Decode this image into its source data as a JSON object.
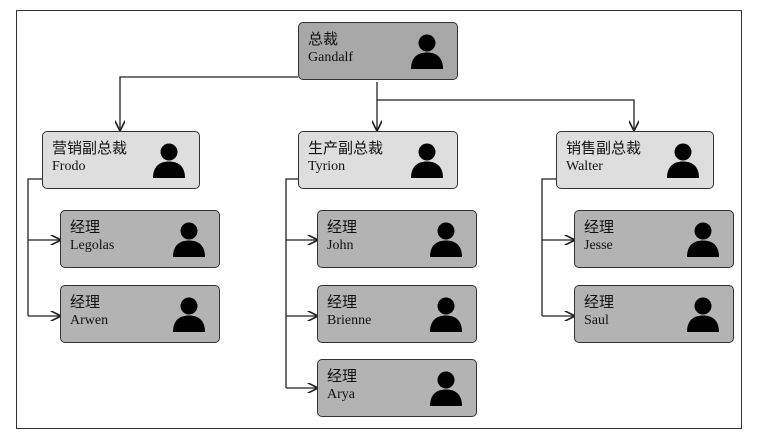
{
  "org_chart": {
    "ceo": {
      "title": "总裁",
      "name": "Gandalf"
    },
    "vps": [
      {
        "title": "营销副总裁",
        "name": "Frodo",
        "managers": [
          {
            "title": "经理",
            "name": "Legolas"
          },
          {
            "title": "经理",
            "name": "Arwen"
          }
        ]
      },
      {
        "title": "生产副总裁",
        "name": "Tyrion",
        "managers": [
          {
            "title": "经理",
            "name": "John"
          },
          {
            "title": "经理",
            "name": "Brienne"
          },
          {
            "title": "经理",
            "name": "Arya"
          }
        ]
      },
      {
        "title": "销售副总裁",
        "name": "Walter",
        "managers": [
          {
            "title": "经理",
            "name": "Jesse"
          },
          {
            "title": "经理",
            "name": "Saul"
          }
        ]
      }
    ],
    "icon": "person-silhouette-icon",
    "colors": {
      "ceo_fill": "#a8a8a8",
      "vp_fill": "#dedede",
      "manager_fill": "#b3b3b3",
      "line": "#222222"
    }
  }
}
